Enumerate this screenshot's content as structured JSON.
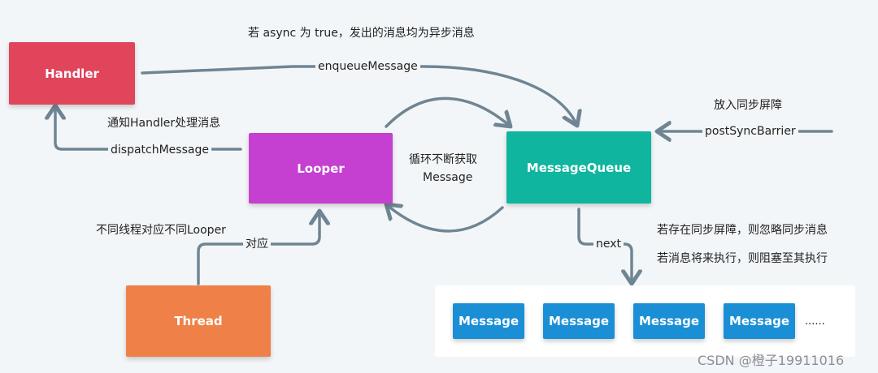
{
  "nodes": {
    "handler": "Handler",
    "looper": "Looper",
    "message_queue": "MessageQueue",
    "thread": "Thread"
  },
  "colors": {
    "handler": "#e0455b",
    "looper": "#c53fd0",
    "message_queue": "#0fb59f",
    "thread": "#ef8047",
    "message": "#1a8fd6",
    "arrow": "#6f8594"
  },
  "labels": {
    "async_note": "若 async 为 true，发出的消息均为异步消息",
    "enqueue": "enqueueMessage",
    "notify_handler": "通知Handler处理消息",
    "dispatch": "dispatchMessage",
    "loop_line1": "循环不断获取",
    "loop_line2": "Message",
    "barrier_title": "放入同步屏障",
    "post_barrier": "postSyncBarrier",
    "thread_note": "不同线程对应不同Looper",
    "corresponds": "对应",
    "next": "next",
    "barrier_note1": "若存在同步屏障，则忽略同步消息",
    "barrier_note2": "若消息将来执行，则阻塞至其执行"
  },
  "messages": [
    "Message",
    "Message",
    "Message",
    "Message"
  ],
  "ellipsis": "......",
  "watermark": "CSDN @橙子19911016"
}
